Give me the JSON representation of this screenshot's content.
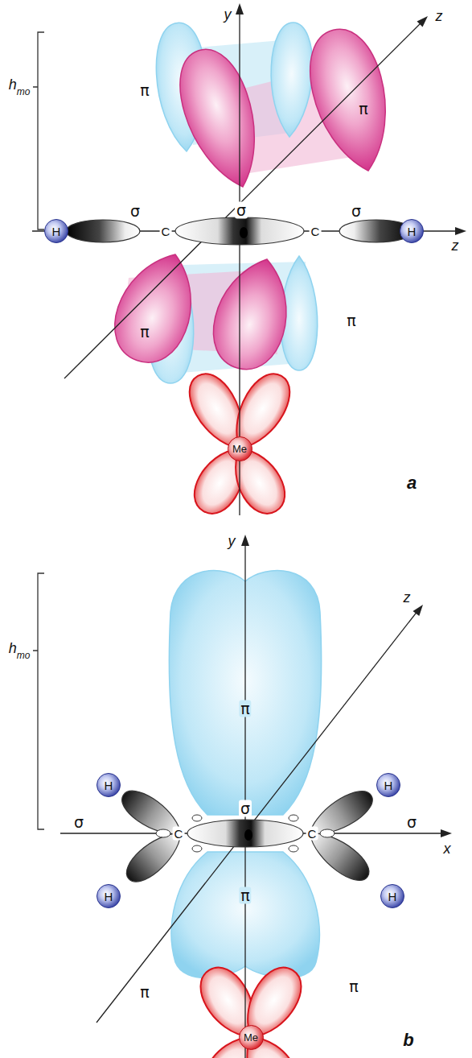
{
  "diagram": {
    "nodes": [
      {
        "text": [
          "H"
        ]
      },
      {
        "text": [
          "H"
        ]
      },
      {
        "text": [
          "Me"
        ]
      },
      {
        "text": [
          "H"
        ]
      },
      {
        "text": [
          "H"
        ]
      },
      {
        "text": [
          "H"
        ]
      },
      {
        "text": [
          "H"
        ]
      },
      {
        "text": [
          "Me"
        ]
      }
    ],
    "labels": [
      "y",
      "z",
      "hmo",
      "π",
      "π",
      "σ",
      "C",
      "σ",
      "C",
      "σ",
      "z",
      "π",
      "π",
      "a",
      "y",
      "z",
      "hmo",
      "π",
      "σ",
      "C",
      "σ",
      "C",
      "σ",
      "x",
      "π",
      "π",
      "π",
      "b"
    ]
  }
}
